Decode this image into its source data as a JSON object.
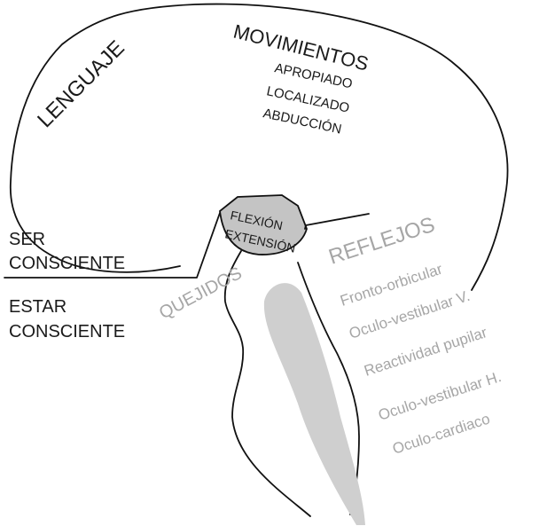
{
  "labels": {
    "lenguaje": "LENGUAJE",
    "movimientos": "MOVIMIENTOS",
    "apropiado": "APROPIADO",
    "localizado": "LOCALIZADO",
    "abduccion": "ABDUCCIÓN",
    "flexion": "FLEXIÓN",
    "extension": "EXTENSIÓN",
    "ser": "SER",
    "consciente_1": "CONSCIENTE",
    "estar": "ESTAR",
    "consciente_2": "CONSCIENTE",
    "quejidos": "QUEJIDOS",
    "reflejos": "REFLEJOS"
  },
  "reflexes": [
    "Fronto-orbicular",
    "Oculo-vestibular V.",
    "Reactividad pupilar",
    "Oculo-vestibular H.",
    "Oculo-cardiaco"
  ],
  "colors": {
    "line": "#111111",
    "text_dark": "#1a1a1a",
    "text_grey": "#a6a6a6",
    "fill_grey": "#cfcfcf",
    "fill_midbrain": "#c4c4c4"
  }
}
